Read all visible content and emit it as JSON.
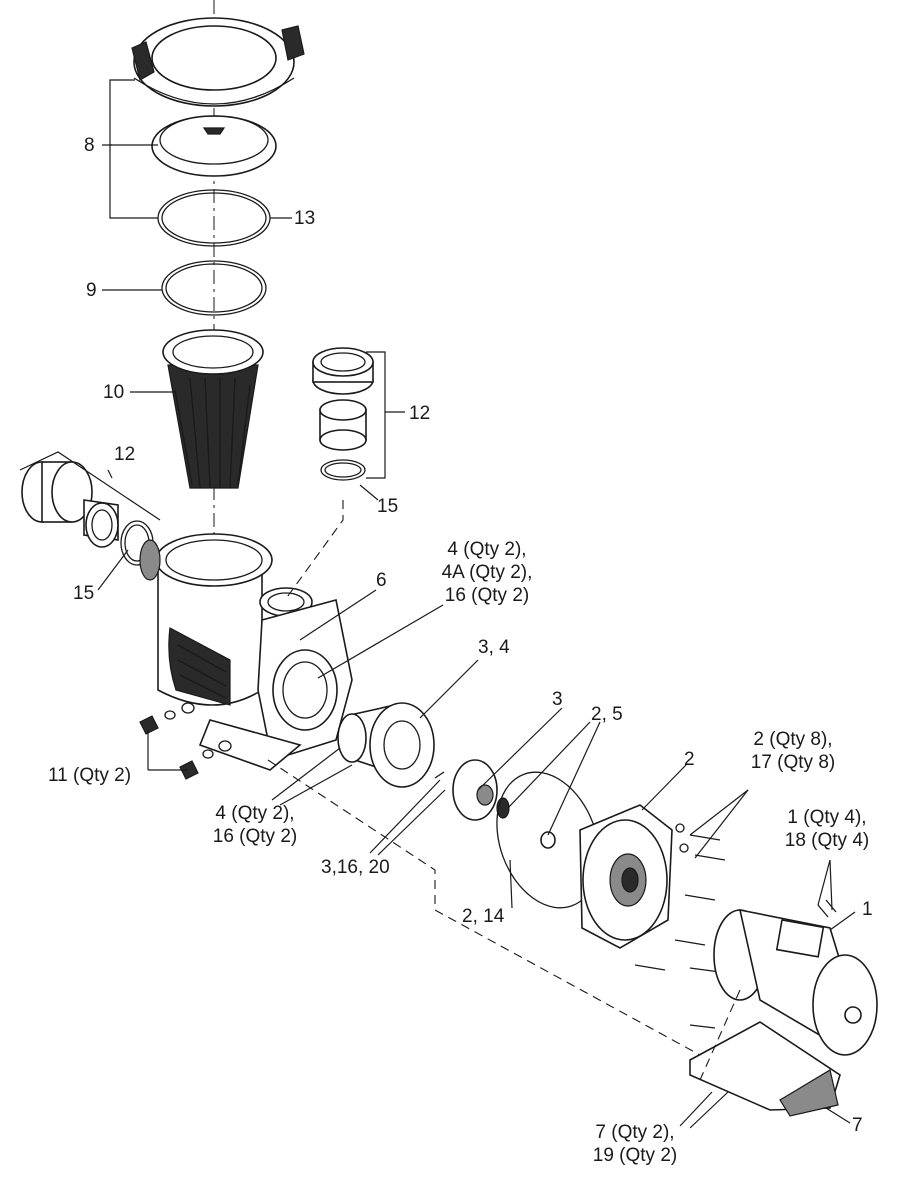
{
  "callouts": {
    "c8": "8",
    "c13": "13",
    "c9": "9",
    "c10": "10",
    "c12_right": "12",
    "c15_right": "15",
    "c12_left": "12",
    "c15_left": "15",
    "c6": "6",
    "c4group": [
      "4 (Qty 2),",
      "4A (Qty 2),",
      "16 (Qty 2)"
    ],
    "c3_4": "3, 4",
    "c3": "3",
    "c2_5": "2, 5",
    "c2": "2",
    "c2_17": [
      "2 (Qty 8),",
      "17 (Qty 8)"
    ],
    "c1_18": [
      "1 (Qty 4),",
      "18 (Qty 4)"
    ],
    "c1": "1",
    "c11": "11 (Qty 2)",
    "c4_16": [
      "4 (Qty 2),",
      "16 (Qty 2)"
    ],
    "c3_16_20": "3,16, 20",
    "c2_14": "2, 14",
    "c7_19": [
      "7 (Qty 2),",
      "19 (Qty 2)"
    ],
    "c7": "7"
  }
}
